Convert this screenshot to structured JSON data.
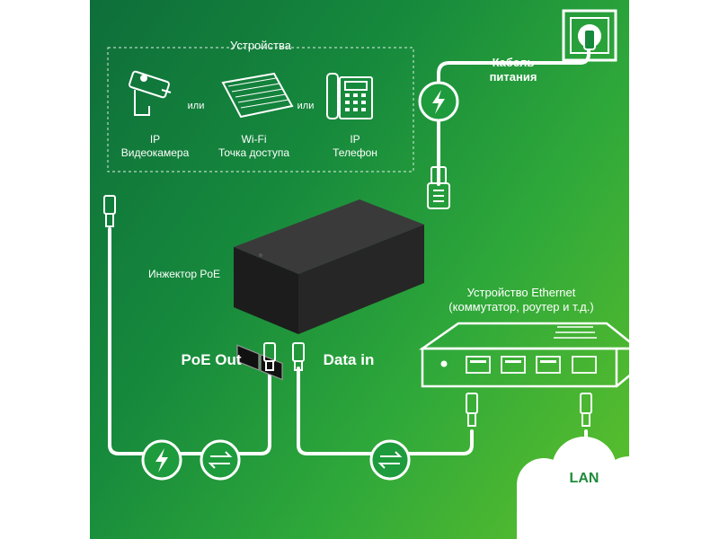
{
  "devices": {
    "title": "Устройства",
    "or_label": "или",
    "camera": {
      "line1": "IP",
      "line2": "Видеокамера"
    },
    "wifi": {
      "line1": "Wi-Fi",
      "line2": "Точка доступа"
    },
    "phone": {
      "line1": "IP",
      "line2": "Телефон"
    }
  },
  "power_cable": {
    "line1": "Кабель",
    "line2": "питания"
  },
  "injector_label": "Инжектор PoE",
  "ethernet_device": {
    "line1": "Устройство Ethernet",
    "line2": "(коммутатор, роутер и т.д.)"
  },
  "ports": {
    "poe_out": "PoE Out",
    "data_in": "Data in"
  },
  "cloud_label": "LAN",
  "colors": {
    "line": "#ffffff",
    "panel_dark": "#0e6e3a",
    "panel_light": "#5fc12a",
    "device": "#222222",
    "lan_text": "#1f8a3a"
  },
  "icons": [
    "cctv-camera-icon",
    "wifi-access-point-icon",
    "ip-phone-icon",
    "power-outlet-icon",
    "bolt-icon",
    "data-arrows-icon",
    "rj45-connector-icon",
    "power-plug-icon",
    "cloud-icon"
  ]
}
